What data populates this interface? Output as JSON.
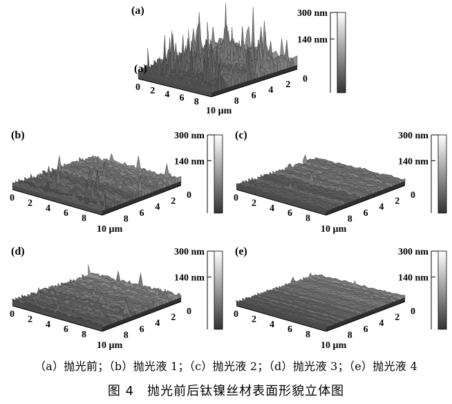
{
  "panels": [
    {
      "id": "a",
      "label": "(a)",
      "scale_max": "300 nm",
      "scale_mid": "140 nm",
      "x_ticks": [
        "0",
        "2",
        "4",
        "6",
        "8",
        "10 µm"
      ],
      "y_ticks": [
        "0",
        "2",
        "4",
        "6",
        "8"
      ],
      "roughness_level": 1.0,
      "overlay_label": "(a)"
    },
    {
      "id": "b",
      "label": "(b)",
      "scale_max": "300 nm",
      "scale_mid": "140 nm",
      "x_ticks": [
        "0",
        "2",
        "4",
        "6",
        "8",
        "10 µm"
      ],
      "y_ticks": [
        "0",
        "2",
        "4",
        "6",
        "8"
      ],
      "roughness_level": 0.55
    },
    {
      "id": "c",
      "label": "(c)",
      "scale_max": "300 nm",
      "scale_mid": "140 nm",
      "x_ticks": [
        "0",
        "2",
        "4",
        "6",
        "8",
        "10 µm"
      ],
      "y_ticks": [
        "0",
        "2",
        "4",
        "6",
        "8"
      ],
      "roughness_level": 0.3
    },
    {
      "id": "d",
      "label": "(d)",
      "scale_max": "300 nm",
      "scale_mid": "140 nm",
      "x_ticks": [
        "0",
        "2",
        "4",
        "6",
        "8",
        "10 µm"
      ],
      "y_ticks": [
        "0",
        "2",
        "4",
        "6",
        "8"
      ],
      "roughness_level": 0.4
    },
    {
      "id": "e",
      "label": "(e)",
      "scale_max": "300 nm",
      "scale_mid": "140 nm",
      "x_ticks": [
        "0",
        "2",
        "4",
        "6",
        "8",
        "10 µm"
      ],
      "y_ticks": [
        "0",
        "2",
        "4",
        "6",
        "8"
      ],
      "roughness_level": 0.22
    }
  ],
  "caption_sub": "（a）抛光前；（b）抛光液 1；（c）抛光液 2；（d）抛光液 3；（e）抛光液 4",
  "caption_main": "图 4　抛光前后钛镍丝材表面形貌立体图",
  "colors": {
    "surface_dark": "#3a3a3a",
    "surface_light": "#9a9a9a",
    "text": "#000000"
  }
}
